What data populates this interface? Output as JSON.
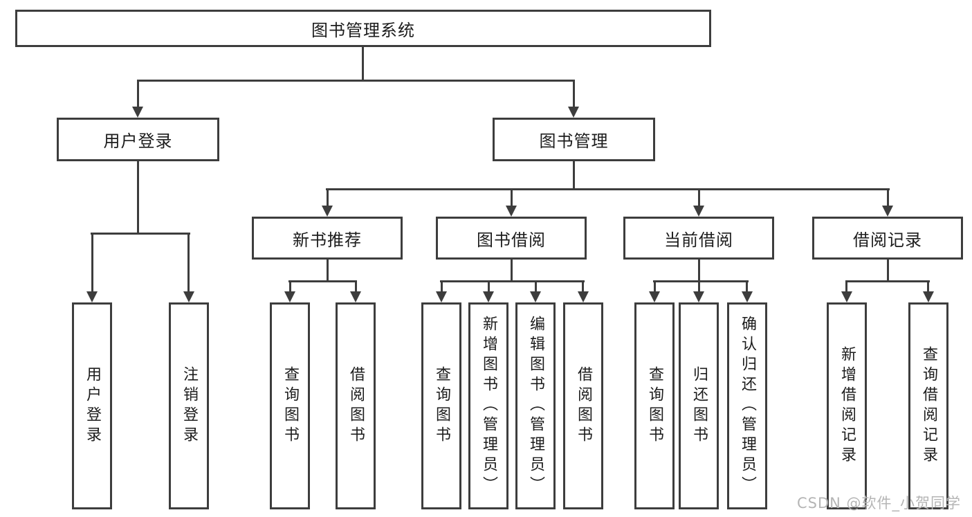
{
  "title": "图书管理系统",
  "watermark": "CSDN @软件_小贺同学",
  "colors": {
    "line": "#3d3d3d",
    "text": "#1c1c1c",
    "watermark": "#b5b5b5",
    "background": "#ffffff"
  },
  "tree": {
    "root": "图书管理系统",
    "children": [
      {
        "label": "用户登录",
        "children": [
          "用户登录",
          "注销登录"
        ]
      },
      {
        "label": "图书管理",
        "children": [
          {
            "label": "新书推荐",
            "children": [
              "查询图书",
              "借阅图书"
            ]
          },
          {
            "label": "图书借阅",
            "children": [
              "查询图书",
              "新增图书（管理员）",
              "编辑图书（管理员）",
              "借阅图书"
            ]
          },
          {
            "label": "当前借阅",
            "children": [
              "查询图书",
              "归还图书",
              "确认归还（管理员）"
            ]
          },
          {
            "label": "借阅记录",
            "children": [
              "新增借阅记录",
              "查询借阅记录"
            ]
          }
        ]
      }
    ]
  }
}
